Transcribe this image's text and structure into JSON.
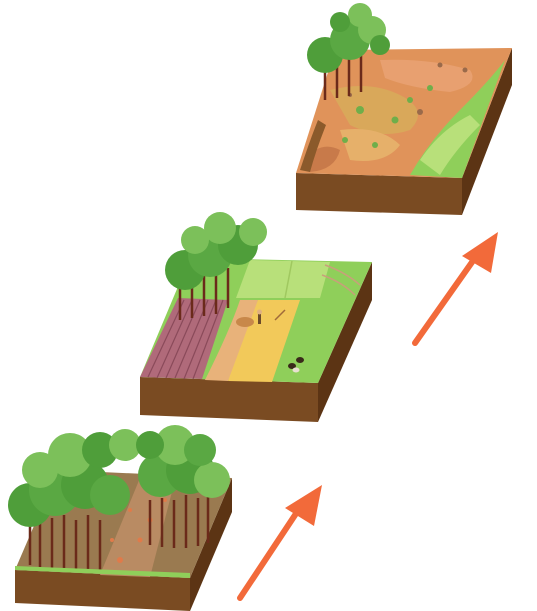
{
  "diagram": {
    "stages": [
      {
        "name": "forest-block"
      },
      {
        "name": "farmland-block"
      },
      {
        "name": "degraded-land-block"
      }
    ],
    "arrows": [
      {
        "from": "forest-block",
        "to": "farmland-block"
      },
      {
        "from": "farmland-block",
        "to": "degraded-land-block"
      }
    ]
  },
  "colors": {
    "soil_side": "#7a4b22",
    "soil_dark": "#5c3414",
    "soil_top_edge": "#8b5a2b",
    "grass": "#8fcf5a",
    "grass_light": "#b8e07a",
    "tree_foliage": "#4f9e3a",
    "tree_foliage_light": "#7cc05a",
    "tree_trunk": "#6b2a1a",
    "crop_rows": "#b06a7a",
    "dirt_path": "#e8b27a",
    "field_yellow": "#f2c95a",
    "barren": "#e0935a",
    "arrow": "#f26a3a"
  }
}
